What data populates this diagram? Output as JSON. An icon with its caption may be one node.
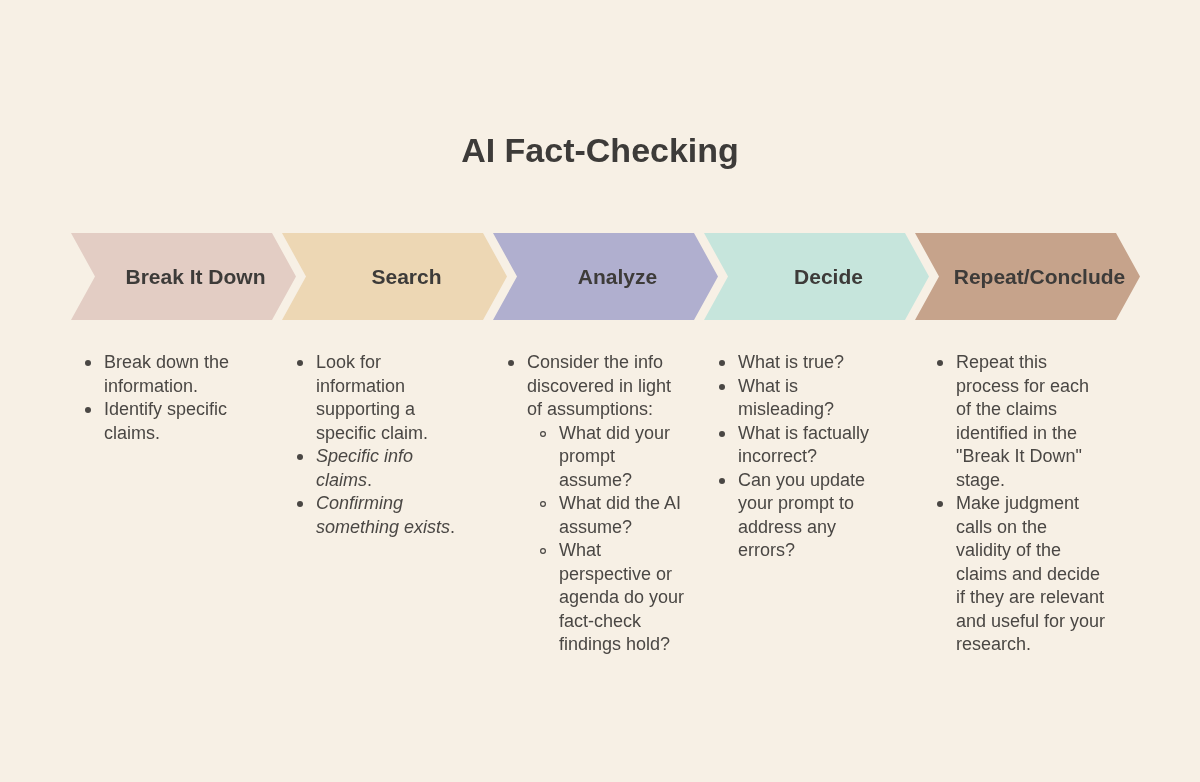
{
  "diagram": {
    "title": "AI Fact-Checking",
    "nodes": [
      {
        "text": [
          "Break It Down"
        ],
        "beside": [
          "Break down the information.",
          "Identify specific claims."
        ]
      },
      {
        "text": [
          "Search"
        ],
        "beside": [
          "Look for information supporting a specific claim.",
          "*Specific info claims*.",
          "*Confirming something exists*."
        ]
      },
      {
        "text": [
          "Analyze"
        ],
        "beside": [
          "Consider the info discovered in light of assumptions:",
          "What did your prompt assume?",
          "What did the AI assume?",
          "What perspective or agenda do your fact-check findings hold?"
        ]
      },
      {
        "text": [
          "Decide"
        ],
        "beside": [
          "What is true?",
          "What is misleading?",
          "What is factually incorrect?",
          "Can you update your prompt to address any errors?"
        ]
      },
      {
        "text": [
          "Repeat/Conclude"
        ],
        "beside": [
          "Repeat this process for each of the claims identified in the \"Break It Down\" stage.",
          "Make judgment calls on the validity of the claims and decide if they are relevant and useful for your research."
        ]
      }
    ]
  }
}
